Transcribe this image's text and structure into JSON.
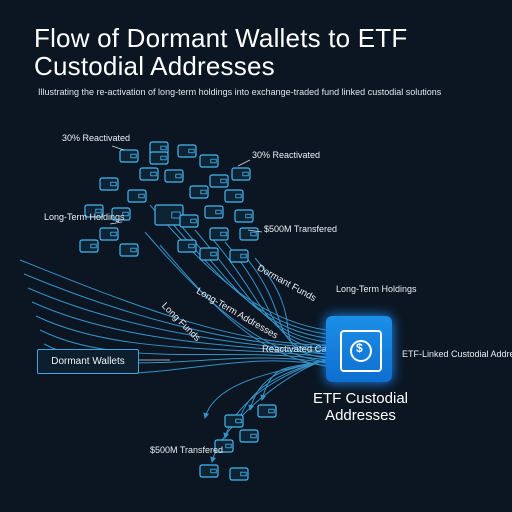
{
  "title": "Flow of Dormant Wallets to ETF Custodial Addresses",
  "subtitle": "Illustrating the re-activation of long-term holdings into exchange-traded fund linked custodial solutions",
  "labels": {
    "reactivated_left": "30% Reactivated",
    "reactivated_right": "30% Reactivated",
    "long_term_holdings_left": "Long-Term Holdings",
    "transferred_top": "$500M Transfered",
    "long_term_holdings_right": "Long-Term Holdings",
    "etf_linked": "ETF-Linked Custodial Addresses",
    "transferred_bottom": "$500M Transfered"
  },
  "flow_labels": {
    "dormant_funds": "Dormant Funds",
    "long_term_addresses": "Long-Term Addresses",
    "long_funds": "Long Funds",
    "reactivated": "Reactivated Cate"
  },
  "nodes": {
    "source": "Dormant Wallets",
    "target": "ETF Custodial Addresses"
  },
  "colors": {
    "background": "#0b1622",
    "line": "#3da7e4",
    "etf_blue": "#1c8fe8",
    "text": "#ffffff"
  },
  "icons": [
    "wallet-icon",
    "vault-icon",
    "dollar-icon",
    "arrow-icon"
  ]
}
